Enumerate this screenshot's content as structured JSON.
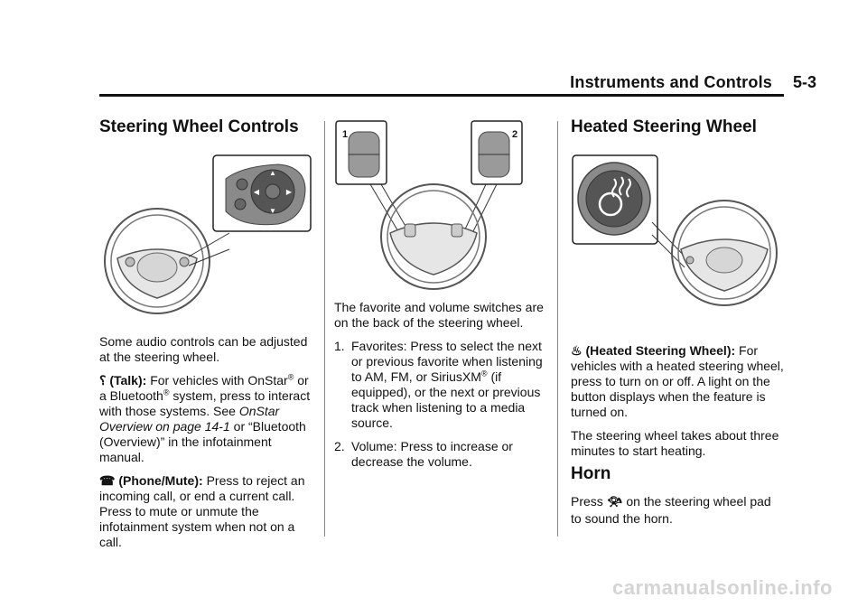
{
  "header": {
    "section": "Instruments and Controls",
    "page": "5-3"
  },
  "col1": {
    "heading": "Steering Wheel Controls",
    "intro": "Some audio controls can be adjusted at the steering wheel.",
    "talk": {
      "label": "(Talk):",
      "text_a": "For vehicles with OnStar",
      "reg1": "®",
      "text_b": " or a Bluetooth",
      "reg2": "®",
      "text_c": " system, press to interact with those systems. See ",
      "ref": "OnStar Overview on page 14-1",
      "text_d": " or “Bluetooth (Overview)” in the infotainment manual."
    },
    "phone": {
      "label": "(Phone/Mute):",
      "text": "Press to reject an incoming call, or end a current call. Press to mute or unmute the infotainment system when not on a call."
    }
  },
  "col2": {
    "callout1": "1",
    "callout2": "2",
    "intro": "The favorite and volume switches are on the back of the steering wheel.",
    "items": [
      {
        "num": "1.",
        "text_a": "Favorites: Press to select the next or previous favorite when listening to AM, FM, or SiriusXM",
        "reg": "®",
        "text_b": " (if equipped), or the next or previous track when listening to a media source."
      },
      {
        "num": "2.",
        "text_a": "Volume: Press to increase or decrease the volume.",
        "reg": "",
        "text_b": ""
      }
    ]
  },
  "col3": {
    "heading": "Heated Steering Wheel",
    "heated": {
      "label": "(Heated Steering Wheel):",
      "text": "For vehicles with a heated steering wheel, press to turn on or off. A light on the button displays when the feature is turned on."
    },
    "heat_time": "The steering wheel takes about three minutes to start heating.",
    "horn_heading": "Horn",
    "horn_a": "Press ",
    "horn_b": " on the steering wheel pad to sound the horn."
  },
  "watermark": "carmanualsonline.info"
}
